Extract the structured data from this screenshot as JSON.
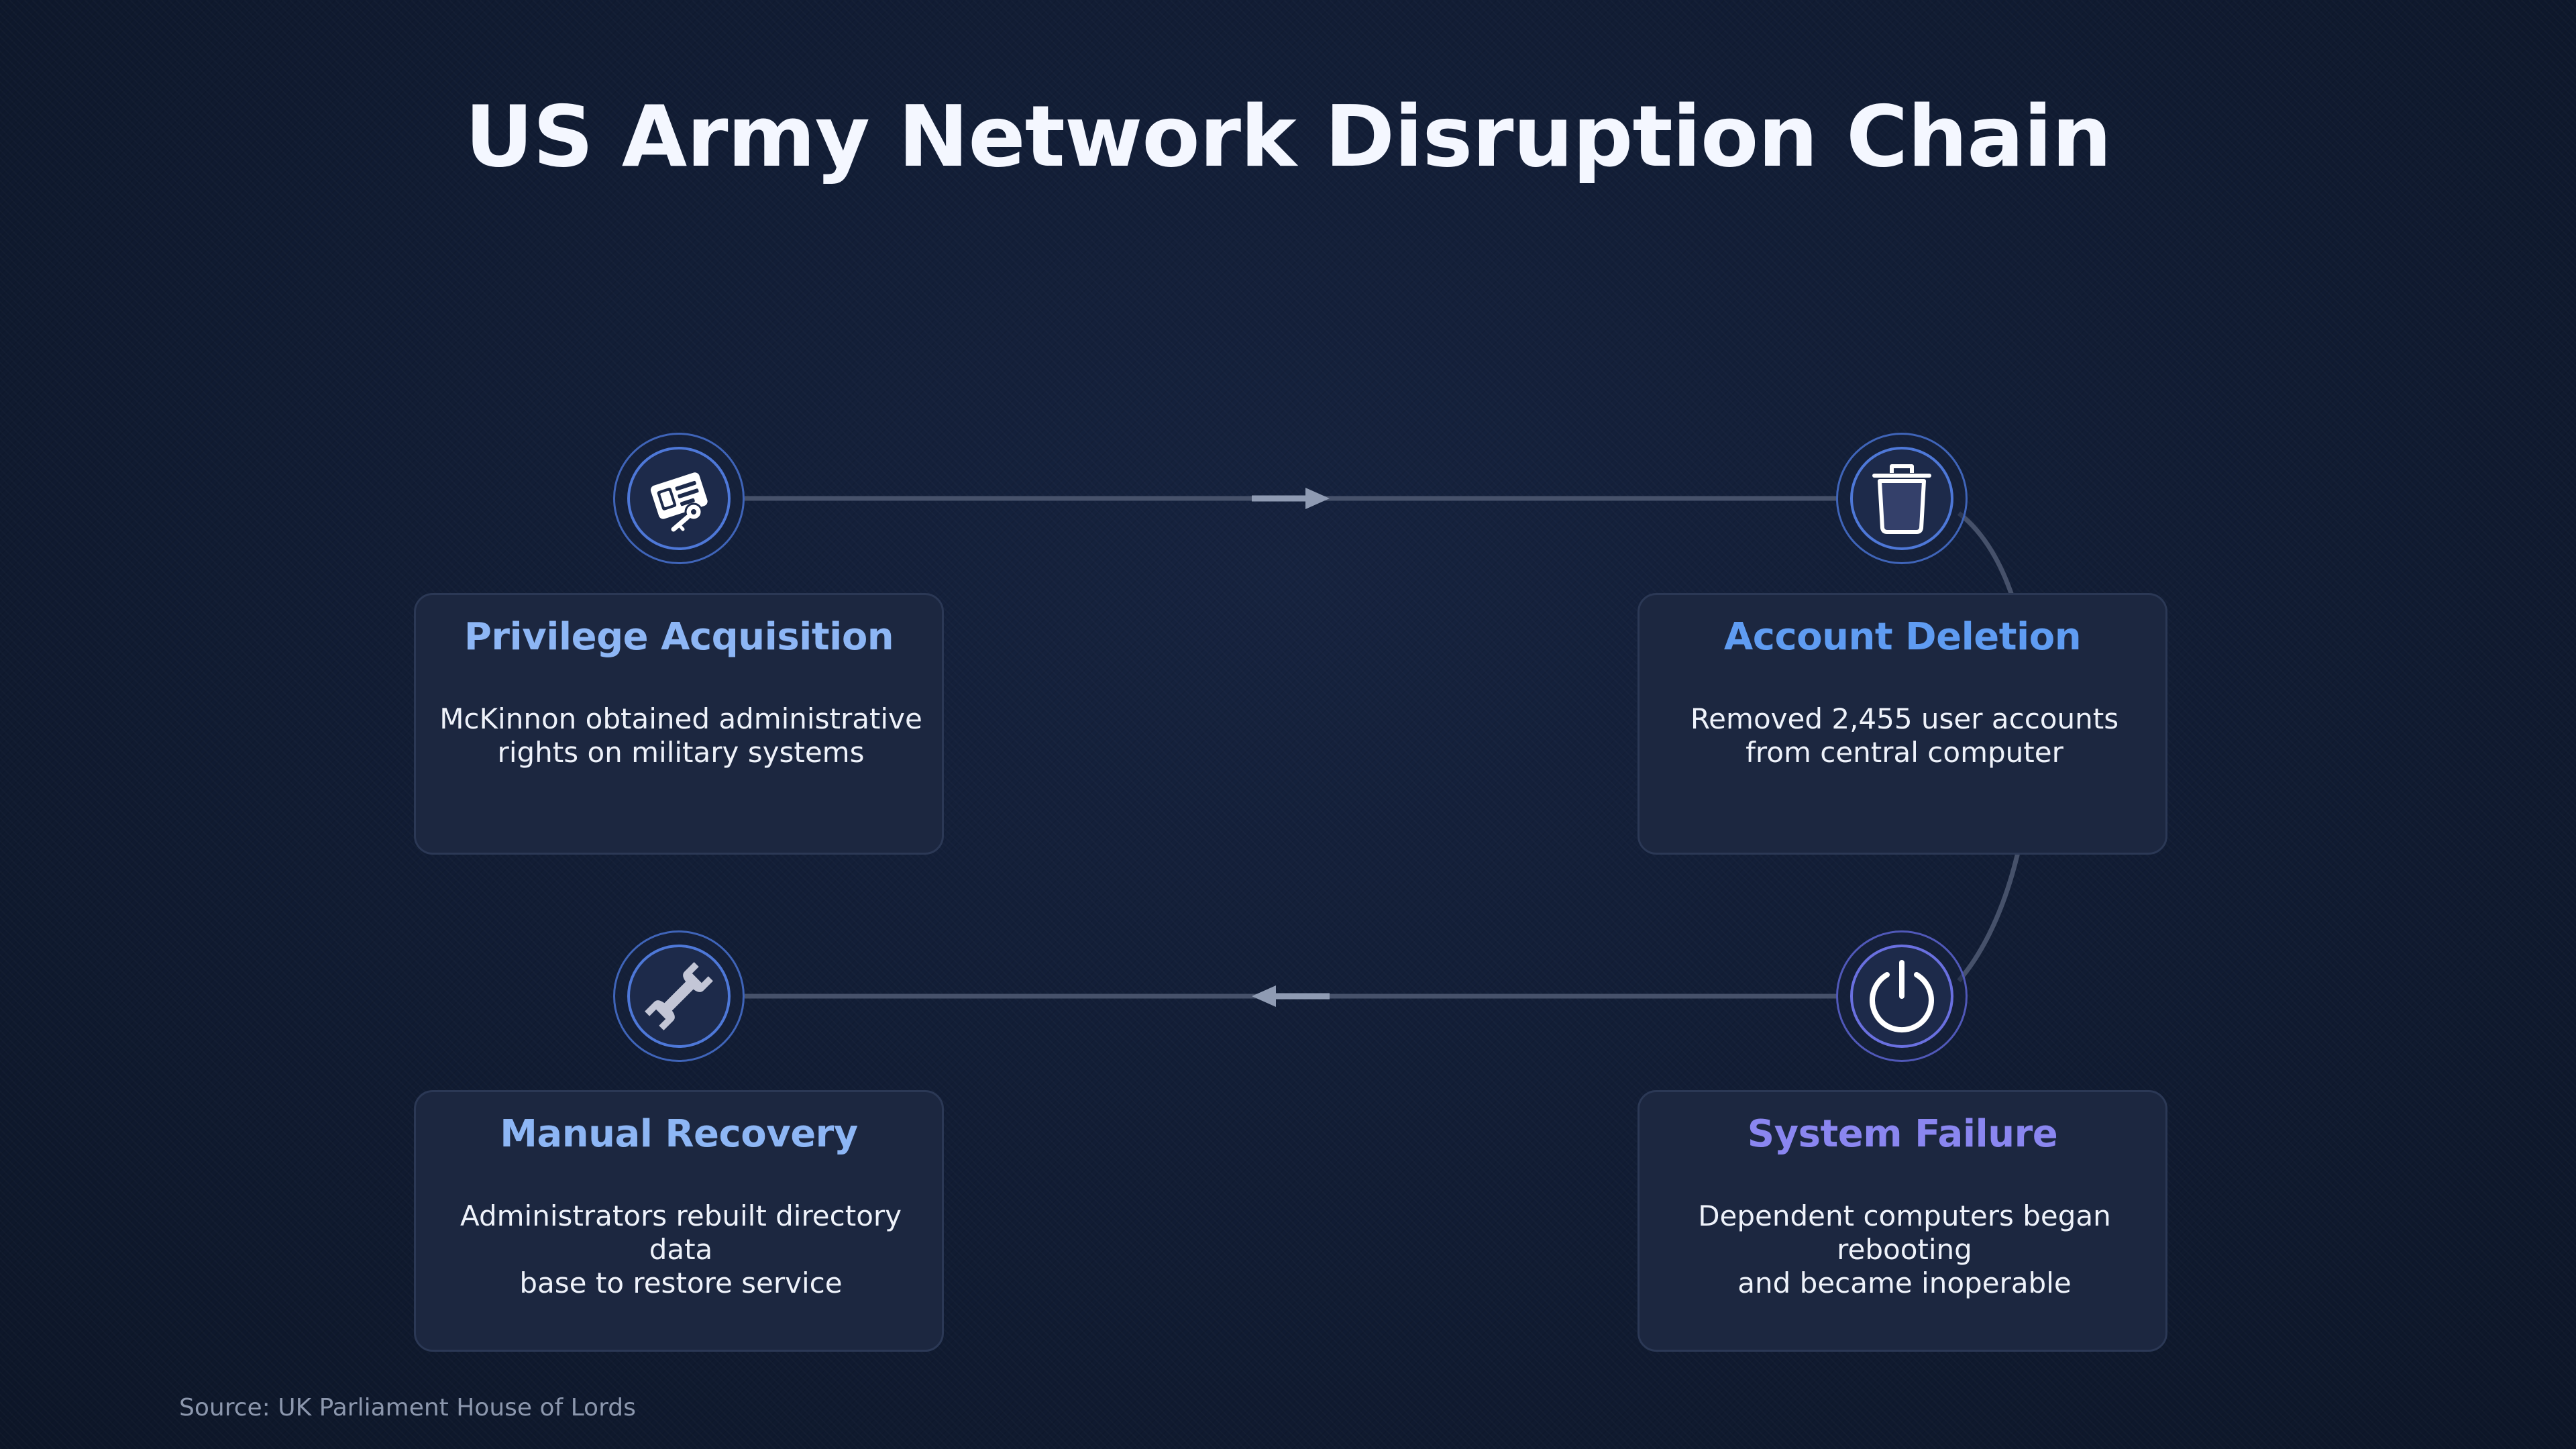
{
  "title": "US Army Network Disruption Chain",
  "colors": {
    "background": "#111c33",
    "card_background": "#1c2740",
    "card_border": "#2b3855",
    "connector": "#46516a",
    "arrow": "#8f9bb3",
    "title_blue_light": "#8db6f5",
    "title_blue": "#5f9cf2",
    "title_purple": "#8a86f0"
  },
  "steps": [
    {
      "title": "Privilege Acquisition",
      "description": "McKinnon obtained administrative\nrights on military systems",
      "icon": "credential-key-icon",
      "title_color": "#8db6f5"
    },
    {
      "title": "Account Deletion",
      "description": "Removed 2,455 user accounts\nfrom central computer",
      "icon": "trash-icon",
      "title_color": "#5f9cf2"
    },
    {
      "title": "System Failure",
      "description": "Dependent computers began rebooting\nand became inoperable",
      "icon": "power-icon",
      "title_color": "#8a86f0"
    },
    {
      "title": "Manual Recovery",
      "description": "Administrators rebuilt directory data\nbase to restore service",
      "icon": "wrench-icon",
      "title_color": "#8db6f5"
    }
  ],
  "source": "Source: UK Parliament House of Lords"
}
